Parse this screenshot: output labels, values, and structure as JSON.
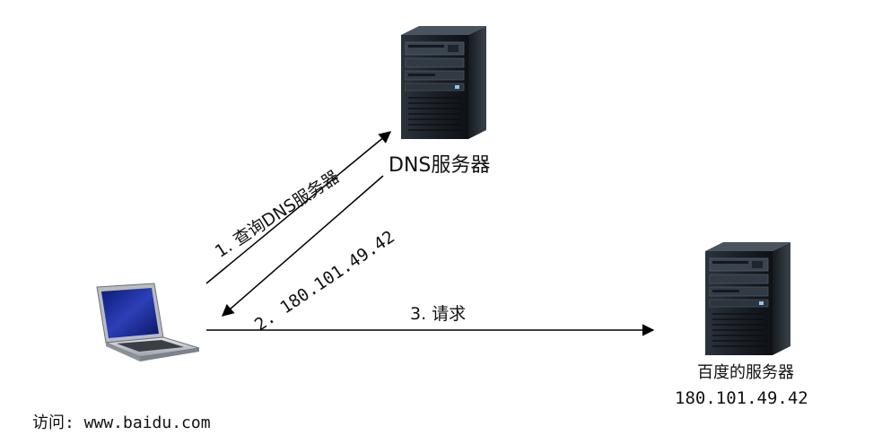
{
  "dns_server": {
    "label": "DNS服务器"
  },
  "baidu_server": {
    "name": "百度的服务器",
    "ip": "180.101.49.42"
  },
  "client": {
    "visit_text": "访问: www.baidu.com"
  },
  "arrows": {
    "query": "1. 查询DNS服务器",
    "reply": "2. 180.101.49.42",
    "request": "3. 请求"
  },
  "icons": [
    "server-tower-icon",
    "laptop-icon"
  ]
}
